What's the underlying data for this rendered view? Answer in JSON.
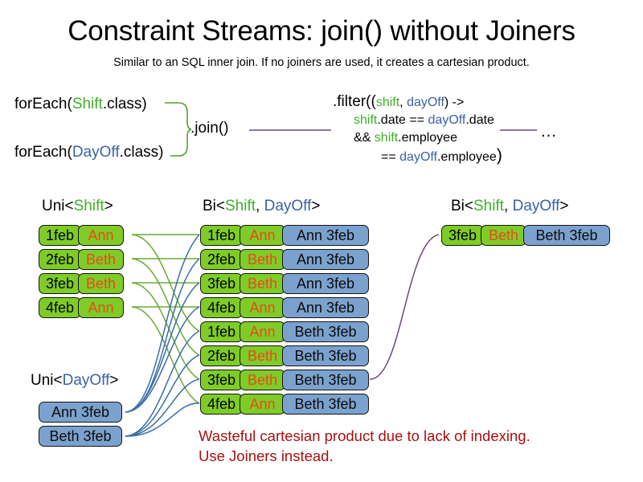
{
  "header": {
    "title": "Constraint Streams: join() without Joiners",
    "subtitle": "Similar to an SQL inner join. If no joiners are used, it creates a cartesian product."
  },
  "code": {
    "forEach_shift": {
      "prefix": "forEach(",
      "type": "Shift",
      "suffix": ".class)"
    },
    "forEach_dayoff": {
      "prefix": "forEach(",
      "type": "DayOff",
      "suffix": ".class)"
    },
    "join_label": ".join()",
    "ellipsis": "…",
    "filter": {
      "line1_prefix": ".filter((",
      "line1_param1": "shift",
      "line1_sep": ", ",
      "line1_param2": "dayOff",
      "line1_suffix": ") ->",
      "line2_a": "shift",
      "line2_b": ".date == ",
      "line2_c": "dayOff",
      "line2_d": ".date",
      "line3_a": "&& ",
      "line3_b": "shift",
      "line3_c": ".employee",
      "line4_a": "== ",
      "line4_b": "dayOff",
      "line4_c": ".employee",
      "line4_close": ")"
    }
  },
  "captions": {
    "uni_shift": {
      "pre": "Uni<",
      "type": "Shift",
      "post": ">"
    },
    "bi_middle": {
      "pre": "Bi<",
      "type1": "Shift",
      "sep": ", ",
      "type2": "DayOff",
      "post": ">"
    },
    "bi_right": {
      "pre": "Bi<",
      "type1": "Shift",
      "sep": ", ",
      "type2": "DayOff",
      "post": ">"
    },
    "uni_dayoff": {
      "pre": "Uni<",
      "type": "DayOff",
      "post": ">"
    }
  },
  "uni_shift_facts": [
    {
      "date": "1feb",
      "employee": "Ann"
    },
    {
      "date": "2feb",
      "employee": "Beth"
    },
    {
      "date": "3feb",
      "employee": "Beth"
    },
    {
      "date": "4feb",
      "employee": "Ann"
    }
  ],
  "uni_dayoff_facts": [
    {
      "pair": "Ann 3feb"
    },
    {
      "pair": "Beth 3feb"
    }
  ],
  "bi_tuples": [
    {
      "date": "1feb",
      "employee": "Ann",
      "dayoff": "Ann 3feb"
    },
    {
      "date": "2feb",
      "employee": "Beth",
      "dayoff": "Ann 3feb"
    },
    {
      "date": "3feb",
      "employee": "Beth",
      "dayoff": "Ann 3feb"
    },
    {
      "date": "4feb",
      "employee": "Ann",
      "dayoff": "Ann 3feb"
    },
    {
      "date": "1feb",
      "employee": "Ann",
      "dayoff": "Beth 3feb"
    },
    {
      "date": "2feb",
      "employee": "Beth",
      "dayoff": "Beth 3feb"
    },
    {
      "date": "3feb",
      "employee": "Beth",
      "dayoff": "Beth 3feb"
    },
    {
      "date": "4feb",
      "employee": "Ann",
      "dayoff": "Beth 3feb"
    }
  ],
  "result_tuples": [
    {
      "date": "3feb",
      "employee": "Beth",
      "dayoff": "Beth 3feb"
    }
  ],
  "warning": {
    "line1": "Wasteful cartesian product due to lack of indexing.",
    "line2": "Use Joiners instead."
  },
  "colors": {
    "shift_green": "#3faf27",
    "dayoff_blue": "#3a62a8",
    "card_green": "#7fcc27",
    "card_blue": "#7ba2ce",
    "employee_orange": "#e8491f",
    "warning_red": "#a81010",
    "wire_green": "#6aab33",
    "wire_blue": "#3a6ea8",
    "wire_purple": "#6b4a78"
  }
}
